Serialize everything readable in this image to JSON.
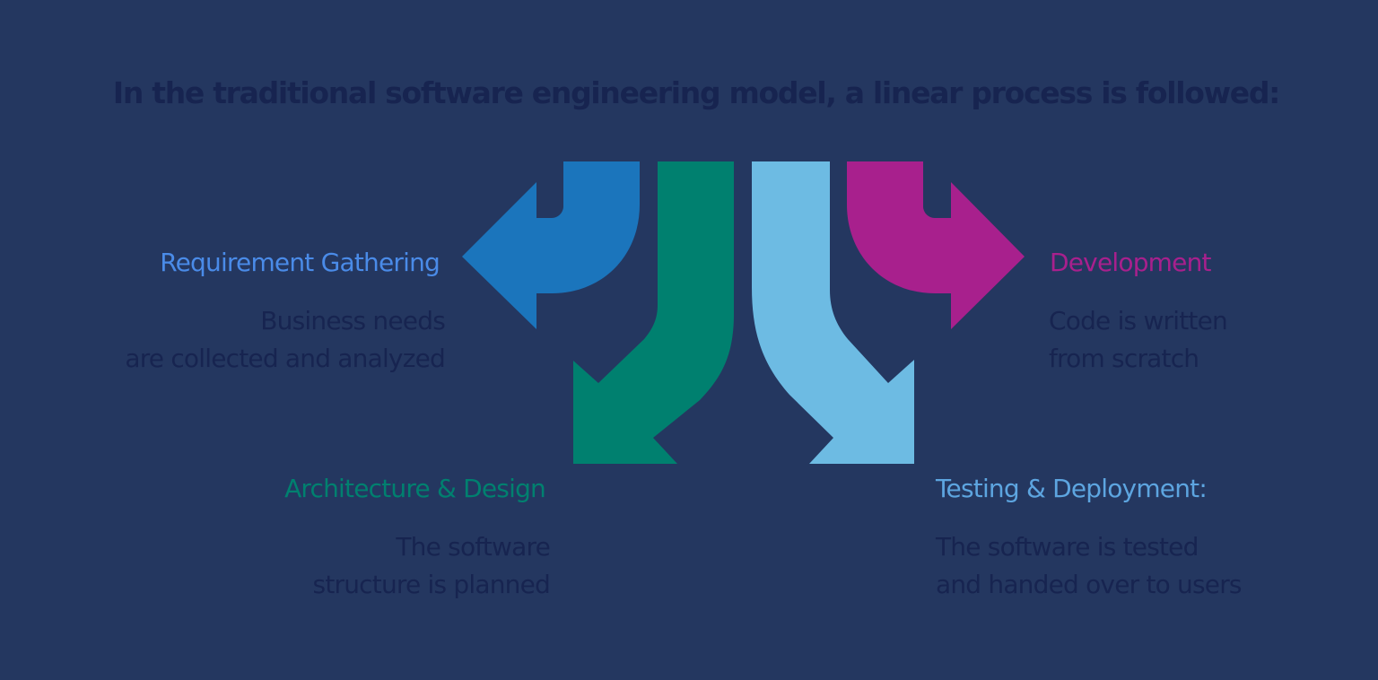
{
  "title": "In the traditional software engineering model, a linear process is followed:",
  "colors": {
    "background": "#243760",
    "text_dark": "#172450",
    "requirement": "#1B75BC",
    "requirement_label": "#4A8BE8",
    "architecture": "#00806F",
    "testing": "#6DBBE3",
    "testing_label": "#5DA5E0",
    "development": "#A8208D"
  },
  "stages": [
    {
      "id": "requirement-gathering",
      "label": "Requirement Gathering",
      "desc_line1": "Business needs",
      "desc_line2": "are collected and analyzed",
      "arrow_icon": "curved-arrow-left-icon"
    },
    {
      "id": "architecture-design",
      "label": "Architecture & Design",
      "desc_line1": "The software",
      "desc_line2": "structure is planned",
      "arrow_icon": "curved-arrow-down-left-icon"
    },
    {
      "id": "testing-deployment",
      "label": "Testing & Deployment:",
      "desc_line1": "The software is tested",
      "desc_line2": "and handed over to users",
      "arrow_icon": "curved-arrow-down-right-icon"
    },
    {
      "id": "development",
      "label": "Development",
      "desc_line1": "Code is written",
      "desc_line2": "from scratch",
      "arrow_icon": "curved-arrow-right-icon"
    }
  ]
}
